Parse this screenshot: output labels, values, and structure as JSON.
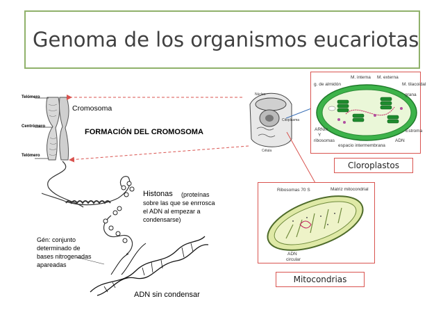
{
  "title": "Genoma de los organismos eucariotas",
  "chromosome": {
    "telomere_top": "Telómero",
    "centromere": "Centrómero",
    "telomere_bottom": "Telómero",
    "cromosoma": "Cromosoma",
    "formation": "FORMACIÓN DEL CROMOSOMA",
    "histonas": "Histonas",
    "histonas_desc_1": "(proteínas",
    "histonas_desc_2": "sobre las que se enrrosca",
    "histonas_desc_3": "el ADN al empezar a",
    "histonas_desc_4": "condensarse)",
    "gen_1": "Gén: conjunto",
    "gen_2": "determinado de",
    "gen_3": "bases nitrogenadas",
    "gen_4": "apareadas",
    "adn_sin": "ADN sin condensar"
  },
  "cell": {
    "nucleo": "Núcleo",
    "citoplasma": "Citoplasma",
    "celula": "Célula"
  },
  "chloroplast": {
    "caption": "Cloroplastos",
    "labels": {
      "almidon": "g. de almidón",
      "m_interna": "M. interna",
      "m_externa": "M. externa",
      "m_tilacoidal": "M. tilacoidal",
      "grana": "grana",
      "arnm": "ARNm",
      "y": "Y",
      "ribosomas": "ribosomas",
      "espacio": "espacio intermembrana",
      "adn": "ADN",
      "estroma": "Estroma"
    }
  },
  "mitochondria": {
    "caption": "Mitocondrias",
    "labels": {
      "ribosomas": "Ribosomas 70 S",
      "matriz": "Matriz mitocondrial",
      "adn": "ADN",
      "circular": "circular"
    }
  },
  "colors": {
    "title_border": "#8fb16a",
    "red_frame": "#d9534f",
    "chloroplast_green": "#3db34a",
    "mito_fill": "#dfe9a6"
  }
}
